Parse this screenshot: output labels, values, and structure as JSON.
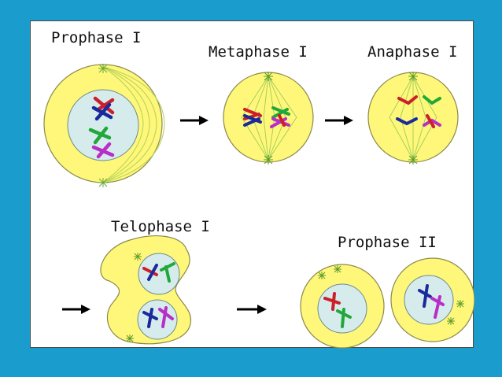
{
  "stages": {
    "prophase1": "Prophase I",
    "metaphase1": "Metaphase I",
    "anaphase1": "Anaphase I",
    "telophase1": "Telophase I",
    "prophase2": "Prophase II"
  },
  "colors": {
    "background": "#1a9ccc",
    "cytoplasm": "#fff77a",
    "cell_outline": "#8a8a4a",
    "nucleus": "#d6ecec",
    "spindle": "#7fbf4a",
    "chromosome_red": "#cc1f2a",
    "chromosome_blue": "#1a2a9c",
    "chromosome_green": "#22a83a",
    "chromosome_magenta": "#b82ec8"
  }
}
